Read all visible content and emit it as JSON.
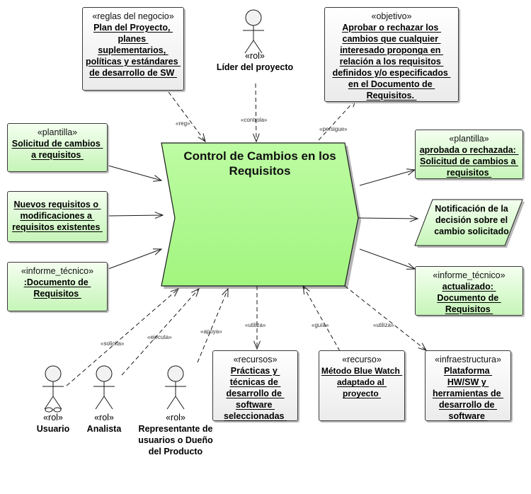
{
  "diagram": {
    "process": {
      "title": "Control de Cambios en los Requisitos",
      "fill": "#a8f888"
    },
    "actors": {
      "leader": {
        "stereotype": "«rol»",
        "name": "Líder del proyecto"
      },
      "user": {
        "stereotype": "«rol»",
        "name": "Usuario"
      },
      "analyst": {
        "stereotype": "«rol»",
        "name": "Analista"
      },
      "representative": {
        "stereotype": "«rol»",
        "name_lines": [
          "Representante de",
          "usuarios o Dueño",
          "del Producto"
        ]
      }
    },
    "boxes": {
      "business_rules": {
        "stereotype": "«reglas del negocio»",
        "lines": [
          "Plan del Proyecto,",
          "planes",
          "suplementarios,",
          "políticas y estándares",
          "de desarrollo de SW"
        ]
      },
      "objective": {
        "stereotype": "«objetivo»",
        "lines": [
          "Aprobar o rechazar los",
          "cambios que cualquier",
          "interesado proponga en",
          "relación a los requisitos",
          "definidos y/o especificados",
          "en el Documento de",
          "Requisitos."
        ]
      },
      "template_in": {
        "stereotype": "«plantilla»",
        "lines": [
          "Solicitud de cambios",
          "a requisitos"
        ]
      },
      "new_requirements": {
        "stereotype": "",
        "lines": [
          "Nuevos requisitos o",
          "modificaciones a",
          "requisitos existentes"
        ]
      },
      "report_in": {
        "stereotype": "«informe_técnico»",
        "lines": [
          ":Documento de",
          "Requisitos"
        ]
      },
      "template_out": {
        "stereotype": "«plantilla»",
        "lines": [
          "aprobada o rechazada:",
          "Solicitud de cambios a",
          "requisitos"
        ]
      },
      "notification": {
        "lines": [
          "Notificación de la",
          "decisión sobre el",
          "cambio solicitado"
        ]
      },
      "report_out": {
        "stereotype": "«informe_técnico»",
        "lines": [
          "actualizado:",
          "Documento de",
          "Requisitos"
        ]
      },
      "practices": {
        "stereotype": "«recursos»",
        "lines": [
          "Prácticas y",
          "técnicas de",
          "desarrollo de",
          "software",
          "seleccionadas"
        ]
      },
      "method": {
        "stereotype": "«recurso»",
        "lines": [
          "Método Blue Watch",
          "adaptado al",
          "proyecto"
        ]
      },
      "platform": {
        "stereotype": "«infraestructura»",
        "lines": [
          "Plataforma",
          "HW/SW y",
          "herramientas de",
          "desarrollo de",
          "software"
        ]
      }
    },
    "relations": {
      "reg": "«reg»",
      "controla": "«controla»",
      "persigue": "«persigue»",
      "solicita": "«solicita»",
      "ejecuta": "«ejecuta»",
      "apoya": "«apoya»",
      "utiliza_practices": "«utiliza»",
      "guia": "«guía»",
      "utiliza_platform": "«utiliza»"
    },
    "colors": {
      "process_fill": "#a8f888",
      "artifact_fill": "#d4f8c8",
      "resource_fill": "#eeeeee",
      "line": "#1a1a1a"
    }
  }
}
